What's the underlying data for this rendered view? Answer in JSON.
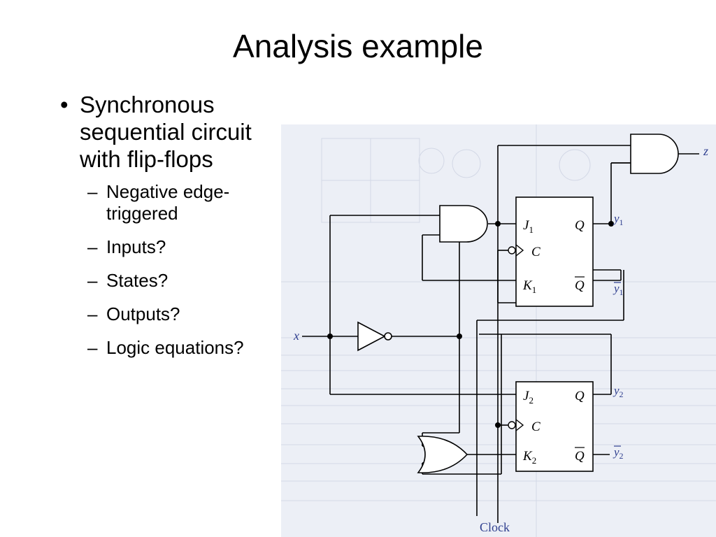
{
  "slide": {
    "title": "Analysis example",
    "bullet": {
      "text": "Synchronous sequential circuit with flip-flops"
    },
    "sub_bullets": [
      {
        "text": "Negative edge-triggered"
      },
      {
        "text": "Inputs?"
      },
      {
        "text": "States?"
      },
      {
        "text": "Outputs?"
      },
      {
        "text": "Logic equations?"
      }
    ]
  },
  "circuit": {
    "input_label": "x",
    "clock_label": "Clock",
    "output_label": "z",
    "ff1": {
      "j": "J",
      "k": "K",
      "c": "C",
      "q": "Q",
      "qbar": "Q",
      "sub": "1"
    },
    "ff2": {
      "j": "J",
      "k": "K",
      "c": "C",
      "q": "Q",
      "qbar": "Q",
      "sub": "2"
    },
    "y1": "y",
    "y1_sub": "1",
    "y1bar": "y",
    "y1bar_sub": "1",
    "y2": "y",
    "y2_sub": "2",
    "y2bar": "y",
    "y2bar_sub": "2"
  },
  "colors": {
    "figure_bg": "#eceff6",
    "label_blue": "#2f3f8f",
    "wire": "#000000"
  }
}
